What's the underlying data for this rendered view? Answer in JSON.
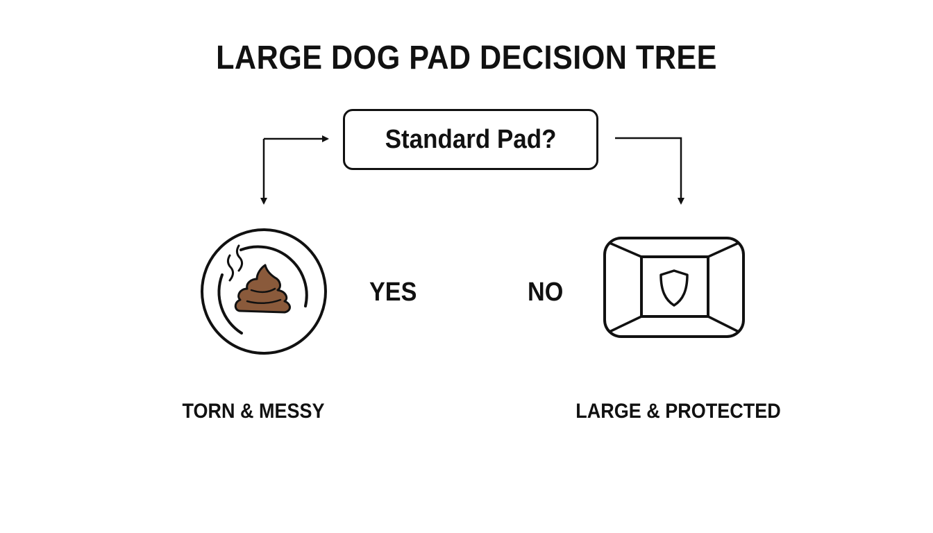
{
  "title": "LARGE DOG PAD DECISION TREE",
  "question": "Standard Pad?",
  "branches": {
    "yes": {
      "answer": "YES",
      "outcome": "TORN & MESSY",
      "icon": "poop-icon",
      "icon_color": "#8a5a3b"
    },
    "no": {
      "answer": "NO",
      "outcome": "LARGE & PROTECTED",
      "icon": "shield-pad-icon"
    }
  },
  "colors": {
    "stroke": "#111111",
    "background": "#ffffff"
  }
}
